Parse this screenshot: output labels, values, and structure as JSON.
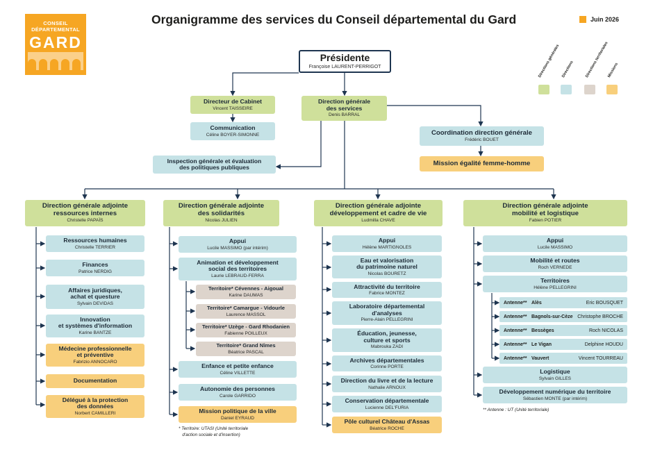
{
  "logo": {
    "line1": "CONSEIL",
    "line2": "DÉPARTEMENTAL",
    "word": "GARD",
    "color": "#f6a623"
  },
  "title": "Organigramme des services du Conseil départemental du Gard",
  "date_label": "Juin 2026",
  "legend": [
    {
      "label": "Directions générales",
      "color": "#cfe09b"
    },
    {
      "label": "Directions",
      "color": "#c5e2e6"
    },
    {
      "label": "Directions territoriales",
      "color": "#ddd4cc"
    },
    {
      "label": "Missions",
      "color": "#f8cf7c"
    }
  ],
  "presidente": {
    "title": "Présidente",
    "name": "Françoise LAURENT-PERRIGOT"
  },
  "cabinet": {
    "title": "Directeur de Cabinet",
    "name": "Vincent TAISSEIRE"
  },
  "communication": {
    "title": "Communication",
    "name": "Céline BOYER-SIMONNE"
  },
  "dgs": {
    "title": "Direction générale\ndes services",
    "name": "Denis BARRAL"
  },
  "coordination": {
    "title": "Coordination direction générale",
    "name": "Frédéric BOUET"
  },
  "egalite": {
    "title": "Mission égalité femme-homme"
  },
  "inspection": {
    "title": "Inspection générale et évaluation\ndes politiques publiques"
  },
  "col1": {
    "head": {
      "title": "Direction générale adjointe\nressources internes",
      "name": "Christelle PAPAÏS"
    },
    "items": [
      {
        "title": "Ressources humaines",
        "name": "Christelle TERRIER"
      },
      {
        "title": "Finances",
        "name": "Patrice NERDIG"
      },
      {
        "title": "Affaires juridiques,\nachat et questure",
        "name": "Sylvain DEVIDAS"
      },
      {
        "title": "Innovation\net systèmes d'information",
        "name": "Karine BANTZE"
      },
      {
        "title": "Médecine professionnelle\net préventive",
        "name": "Fabrizio ANNOCARO"
      },
      {
        "title": "Documentation",
        "name": ""
      },
      {
        "title": "Délégué à la protection\ndes données",
        "name": "Norbert CAMILLERI"
      }
    ]
  },
  "col2": {
    "head": {
      "title": "Direction générale adjointe\ndes solidarités",
      "name": "Nicolas JULIEN"
    },
    "items": [
      {
        "title": "Appui",
        "name": "Lucile MASSIMO (par intérim)"
      },
      {
        "title": "Animation et développement\nsocial des territoires",
        "name": "Laurie LEBRAUD-FERRA"
      },
      {
        "title": "Territoire* Cévennes - Aigoual",
        "name": "Karine DAUMAS"
      },
      {
        "title": "Territoire* Camargue - Vidourle",
        "name": "Laurence MASSOL"
      },
      {
        "title": "Territoire* Uzège - Gard Rhodanien",
        "name": "Fabienne POILLEUX"
      },
      {
        "title": "Territoire* Grand Nîmes",
        "name": "Béatrice PASCAL"
      },
      {
        "title": "Enfance et petite enfance",
        "name": "Céline VILLETTE"
      },
      {
        "title": "Autonomie des personnes",
        "name": "Carole GARRIDO"
      },
      {
        "title": "Mission politique de la ville",
        "name": "Daniel EYRAUD"
      }
    ],
    "note": "* Territoire: UTASI (Unité territoriale\n   d'action sociale et d'insertion)"
  },
  "col3": {
    "head": {
      "title": "Direction générale adjointe\ndéveloppement et cadre de vie",
      "name": "Ludmilla CHAVE"
    },
    "items": [
      {
        "title": "Appui",
        "name": "Hélène MARTIGNOLES"
      },
      {
        "title": "Eau et valorisation\ndu patrimoine naturel",
        "name": "Nicolas BOURETZ"
      },
      {
        "title": "Attractivité du territoire",
        "name": "Fabrice MONTEZ"
      },
      {
        "title": "Laboratoire départemental\nd'analyses",
        "name": "Pierre-Alain PELLEGRINI"
      },
      {
        "title": "Éducation, jeunesse,\nculture et sports",
        "name": "Mabrouka ZADI"
      },
      {
        "title": "Archives départementales",
        "name": "Corinne PORTE"
      },
      {
        "title": "Direction du livre et de la lecture",
        "name": "Nathalie ARNOUX"
      },
      {
        "title": "Conservation départementale",
        "name": "Lucienne DEL'FURIA"
      },
      {
        "title": "Pôle culturel Château d'Assas",
        "name": "Béatrice ROCHE"
      }
    ]
  },
  "col4": {
    "head": {
      "title": "Direction générale adjointe\nmobilité et logistique",
      "name": "Fabien POTIER"
    },
    "items": [
      {
        "title": "Appui",
        "name": "Lucile MASSIMO"
      },
      {
        "title": "Mobilité et routes",
        "name": "Roch VERNEDE"
      },
      {
        "title": "Territoires",
        "name": "Hélène PELLEGRINI"
      },
      {
        "title": "Logistique",
        "name": "Sylvain GILLES"
      },
      {
        "title": "Développement numérique du territoire",
        "name": "Sébastien MONTE (par intérim)"
      }
    ],
    "antennes": [
      {
        "label": "Antenne**",
        "city": "Alès",
        "name": "Eric BOUSQUET"
      },
      {
        "label": "Antenne**",
        "city": "Bagnols-sur-Cèze",
        "name": "Christophe BROCHE"
      },
      {
        "label": "Antenne**",
        "city": "Bessèges",
        "name": "Roch NICOLAS"
      },
      {
        "label": "Antenne**",
        "city": "Le Vigan",
        "name": "Delphine HOUDU"
      },
      {
        "label": "Antenne**",
        "city": "Vauvert",
        "name": "Vincent TOURREAU"
      }
    ],
    "note": "** Antenne : UT (Unité territoriale)"
  }
}
